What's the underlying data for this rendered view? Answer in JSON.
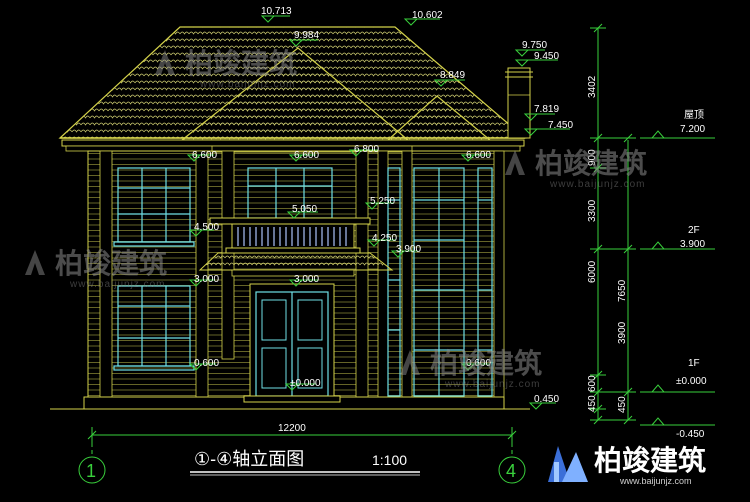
{
  "drawing": {
    "title": "①-④轴立面图",
    "scale": "1:100",
    "axis_left": "1",
    "axis_right": "4",
    "total_width": "12200"
  },
  "roof_levels": {
    "ridge_main": "10.713",
    "ridge_right": "10.602",
    "gable_left": "9.984",
    "chimney_top": "9.750",
    "chimney_mid": "9.450",
    "gable_right": "8.849",
    "chimney_base": "7.819",
    "eave_right": "7.450"
  },
  "facade_levels": {
    "cornice_left": "6.600",
    "cornice_mid": "6.600",
    "cornice_bay": "6.800",
    "cornice_right": "6.600",
    "balcony_rail": "5.050",
    "bay_mid": "5.250",
    "window_head": "4.500",
    "canopy_top": "4.250",
    "canopy": "3.900",
    "door_head": "3.000",
    "window_left_head": "3.000",
    "sill_left": "0.600",
    "sill_right": "0.600",
    "ground": "±0.000",
    "plinth": "0.450"
  },
  "dimensions": {
    "d1": "3402",
    "d2": "900",
    "d3": "3300",
    "d4": "6000",
    "d5": "7650",
    "d6": "3900",
    "d7": "600",
    "d8": "450",
    "d9": "450"
  },
  "floor_levels": [
    {
      "label": "屋顶",
      "value": "7.200"
    },
    {
      "label": "2F",
      "value": "3.900"
    },
    {
      "label": "1F",
      "value": "±0.000"
    },
    {
      "label": "",
      "value": "-0.450"
    }
  ],
  "watermark": {
    "brand": "柏竣建筑",
    "url": "www.baijunjz.com",
    "logo_brand": "柏竣建筑",
    "logo_url": "www.baijunjz.com"
  },
  "colors": {
    "bg": "#000000",
    "wall_line": "#d4d24a",
    "window_cyan": "#6fe0e6",
    "dim_green": "#39d03c",
    "white": "#ffffff",
    "roof_line": "#c9c86e"
  }
}
